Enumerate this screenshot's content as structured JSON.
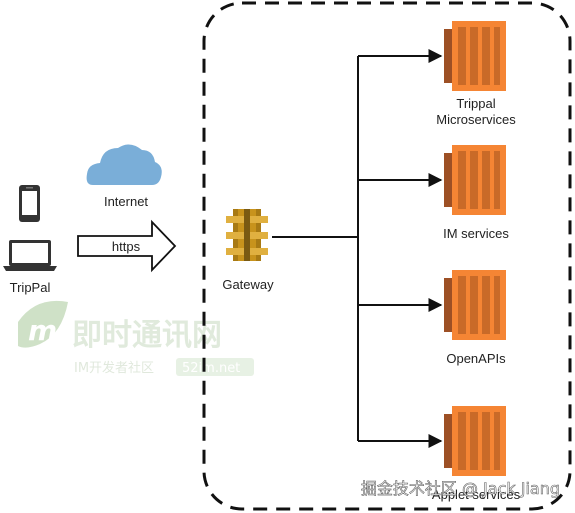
{
  "client": {
    "label": "TripPal"
  },
  "internet": {
    "label": "Internet"
  },
  "transport": {
    "label": "https"
  },
  "gateway": {
    "label": "Gateway"
  },
  "services": [
    {
      "line1": "Trippal",
      "line2": "Microservices"
    },
    {
      "line1": "IM services"
    },
    {
      "line1": "OpenAPIs"
    },
    {
      "line1": "Applet services"
    }
  ],
  "watermark_center": {
    "title": "即时通讯网",
    "subtitle": "IM开发者社区",
    "site": "52im.net"
  },
  "watermark_corner": "掘金技术社区 @ Jack Jiang",
  "colors": {
    "service_orange": "#F58534",
    "service_dark": "#9D5025",
    "cloud": "#7AAED8",
    "gateway_gold": "#C8931C",
    "gateway_dark": "#7A5A12",
    "watermark_green": "#C9DFC2"
  }
}
